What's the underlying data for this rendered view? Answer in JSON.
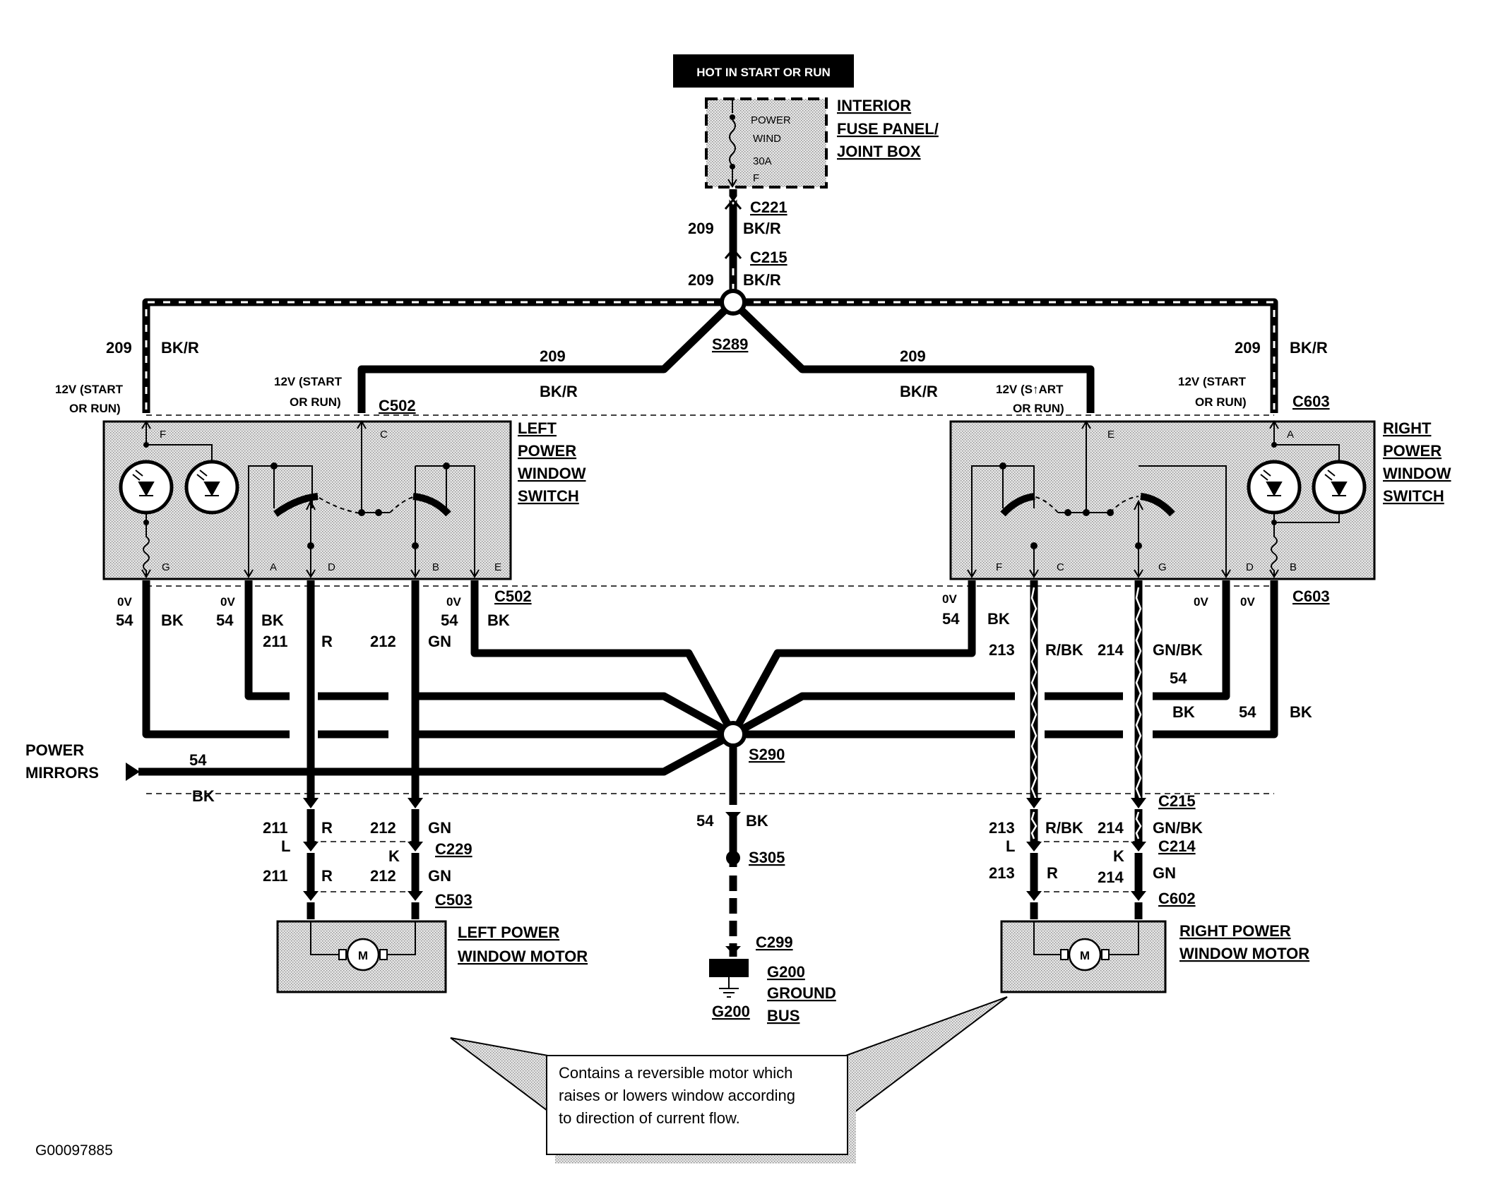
{
  "power": {
    "hot_label": "HOT IN START OR RUN",
    "fuse_line1": "POWER",
    "fuse_line2": "WIND",
    "fuse_line3": "30A",
    "fuse_line4": "F",
    "panel_line1": "INTERIOR",
    "panel_line2": "FUSE PANEL/",
    "panel_line3": "JOINT BOX"
  },
  "feed": {
    "c221": "C221",
    "c215": "C215",
    "circuit": "209",
    "color": "BK/R",
    "splice": "S289"
  },
  "left_switch": {
    "name1": "LEFT",
    "name2": "POWER",
    "name3": "WINDOW",
    "name4": "SWITCH",
    "connector": "C502",
    "v12_a": "12V (START",
    "v12_b": "OR RUN)",
    "pins": [
      "F",
      "C",
      "G",
      "A",
      "D",
      "B",
      "E"
    ]
  },
  "right_switch": {
    "name1": "RIGHT",
    "name2": "POWER",
    "name3": "WINDOW",
    "name4": "SWITCH",
    "connector": "C603",
    "v12_a": "12V (START",
    "v12_b": "OR RUN)",
    "v12_c": "12V (S↑ART",
    "pins": [
      "E",
      "A",
      "F",
      "C",
      "G",
      "D",
      "B"
    ]
  },
  "wires": {
    "ov": "0V",
    "c54": "54",
    "bk": "BK",
    "c211": "211",
    "r": "R",
    "c212": "212",
    "gn": "GN",
    "c213": "213",
    "rbk": "R/BK",
    "c214": "214",
    "gnbk": "GN/BK",
    "l": "L",
    "k": "K"
  },
  "ground": {
    "splice1": "S290",
    "splice2": "S305",
    "conn": "C299",
    "g200": "G200",
    "bus1": "G200",
    "bus2": "GROUND",
    "bus3": "BUS"
  },
  "mirrors": {
    "line1": "POWER",
    "line2": "MIRRORS"
  },
  "connectors": {
    "c215": "C215",
    "c229": "C229",
    "c503": "C503",
    "c214": "C214",
    "c602": "C602"
  },
  "motors": {
    "left1": "LEFT POWER",
    "left2": "WINDOW MOTOR",
    "right1": "RIGHT POWER",
    "right2": "WINDOW MOTOR",
    "m": "M"
  },
  "note": {
    "line1": "Contains a reversible motor which",
    "line2": "raises or lowers window according",
    "line3": "to direction of current flow."
  },
  "figure_code": "G00097885"
}
